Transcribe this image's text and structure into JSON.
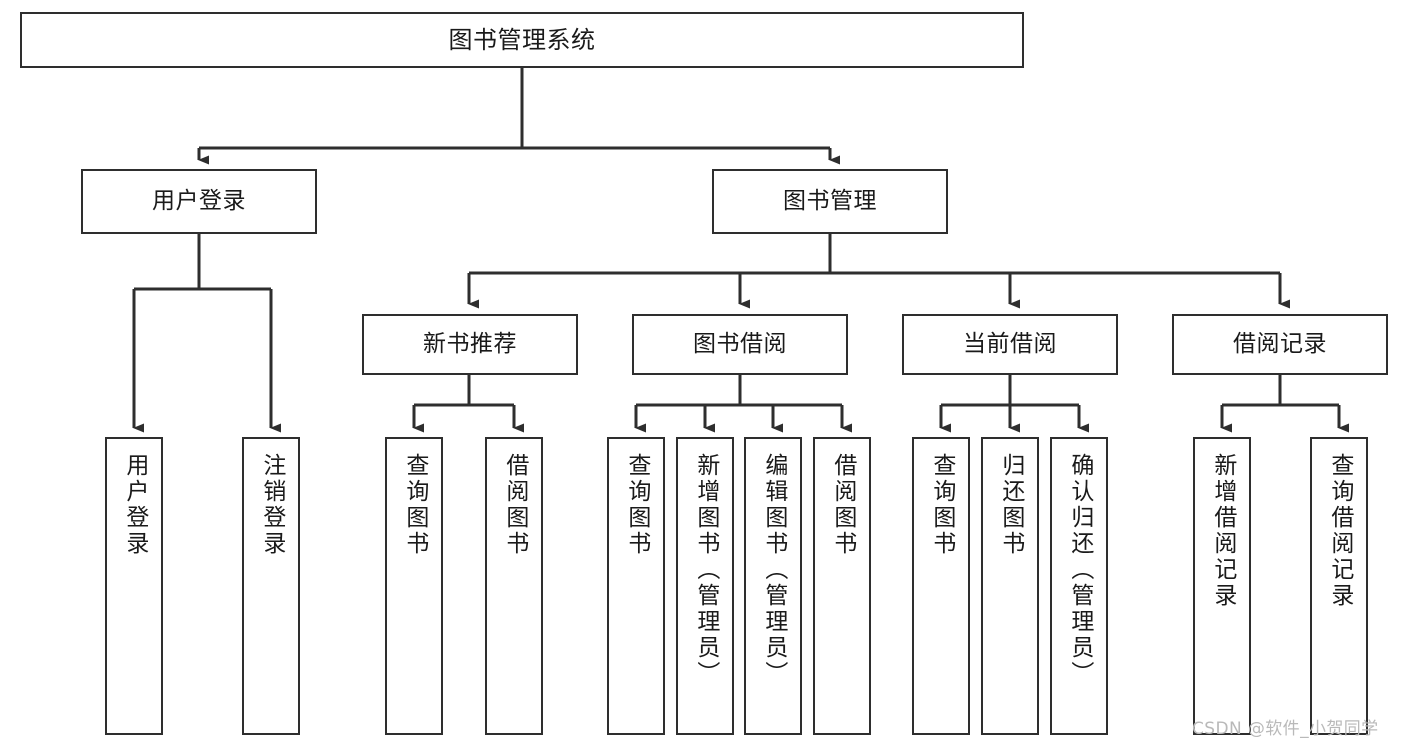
{
  "diagram": {
    "title": "图书管理系统",
    "type": "tree-hierarchy-chart",
    "line_color": "#2e2e2e",
    "box_fill": "#ffffff",
    "text_color": "#1a1a1a",
    "nodes": {
      "root": {
        "label": "图书管理系统"
      },
      "level2": [
        {
          "id": "user-login",
          "label": "用户登录"
        },
        {
          "id": "book-manage",
          "label": "图书管理"
        }
      ],
      "level3": [
        {
          "id": "new-book-rec",
          "label": "新书推荐"
        },
        {
          "id": "book-borrow",
          "label": "图书借阅"
        },
        {
          "id": "current-borrow",
          "label": "当前借阅"
        },
        {
          "id": "borrow-record",
          "label": "借阅记录"
        }
      ],
      "leaves": {
        "user_login": [
          {
            "id": "leaf-user-login",
            "label": "用户登录"
          },
          {
            "id": "leaf-logout-login",
            "label": "注销登录"
          }
        ],
        "new_book_rec": [
          {
            "id": "leaf-query-book-1",
            "label": "查询图书"
          },
          {
            "id": "leaf-borrow-book-1",
            "label": "借阅图书"
          }
        ],
        "book_borrow": [
          {
            "id": "leaf-query-book-2",
            "label": "查询图书"
          },
          {
            "id": "leaf-add-book",
            "label": "新增图书（管理员）"
          },
          {
            "id": "leaf-edit-book",
            "label": "编辑图书（管理员）"
          },
          {
            "id": "leaf-borrow-book-2",
            "label": "借阅图书"
          }
        ],
        "current_borrow": [
          {
            "id": "leaf-query-book-3",
            "label": "查询图书"
          },
          {
            "id": "leaf-return-book",
            "label": "归还图书"
          },
          {
            "id": "leaf-confirm-return",
            "label": "确认归还（管理员）"
          }
        ],
        "borrow_record": [
          {
            "id": "leaf-add-record",
            "label": "新增借阅记录"
          },
          {
            "id": "leaf-query-record",
            "label": "查询借阅记录"
          }
        ]
      }
    }
  },
  "watermark": {
    "text": "CSDN @软件_小贺同学"
  }
}
